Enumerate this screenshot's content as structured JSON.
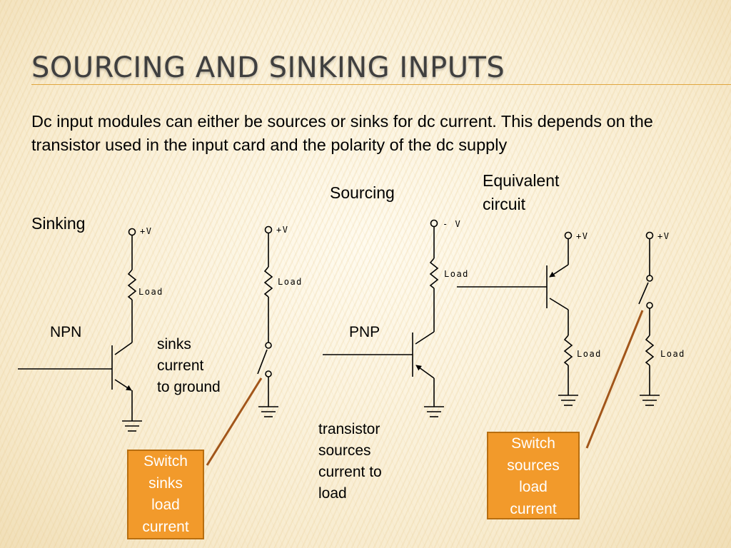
{
  "title": "Sourcing and Sinking Inputs",
  "body": "Dc input modules can either be sources or sinks for dc current.  This depends on the transistor used in the input card and the polarity of the dc supply",
  "labels": {
    "sinking": "Sinking",
    "sourcing": "Sourcing",
    "equivalent_line1": "Equivalent",
    "equivalent_line2": "circuit",
    "npn": "NPN",
    "pnp": "PNP",
    "sinks_line1": "sinks",
    "sinks_line2": "current",
    "sinks_line3": "to ground",
    "sources_line1": "transistor",
    "sources_line2": "sources",
    "sources_line3": "current to",
    "sources_line4": "load"
  },
  "circuit": {
    "plus_v": "+V",
    "minus_v": "- V",
    "load": "Load"
  },
  "callouts": {
    "sink": [
      "Switch",
      "sinks",
      "load",
      "current"
    ],
    "source": [
      "Switch",
      "sources",
      "load",
      "current"
    ]
  },
  "colors": {
    "title": "#3f3f3f",
    "accent_rule": "#e0a63f",
    "callout_fill": "#f29a2b",
    "callout_border": "#b86e10",
    "pointer": "#a2561a"
  }
}
